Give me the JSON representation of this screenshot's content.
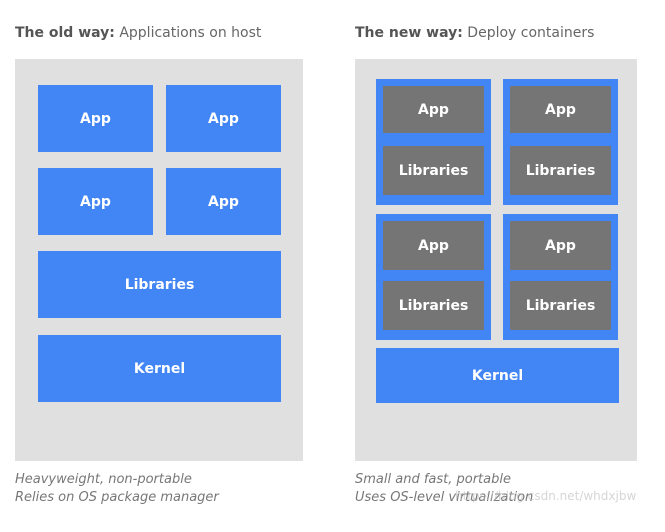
{
  "old": {
    "title_bold": "The old way:",
    "title_rest": " Applications on host",
    "apps": [
      "App",
      "App",
      "App",
      "App"
    ],
    "libraries": "Libraries",
    "kernel": "Kernel",
    "caption_line1": "Heavyweight, non-portable",
    "caption_line2": "Relies on OS package manager"
  },
  "new": {
    "title_bold": "The new way:",
    "title_rest": " Deploy containers",
    "containers": [
      {
        "app": "App",
        "libraries": "Libraries"
      },
      {
        "app": "App",
        "libraries": "Libraries"
      },
      {
        "app": "App",
        "libraries": "Libraries"
      },
      {
        "app": "App",
        "libraries": "Libraries"
      }
    ],
    "kernel": "Kernel",
    "caption_line1": "Small and fast, portable",
    "caption_line2": "Uses OS-level virtualization"
  },
  "watermark": "https://blog.csdn.net/whdxjbw",
  "colors": {
    "panel": "#e0e0e0",
    "blue": "#4285f4",
    "gray": "#757575"
  }
}
